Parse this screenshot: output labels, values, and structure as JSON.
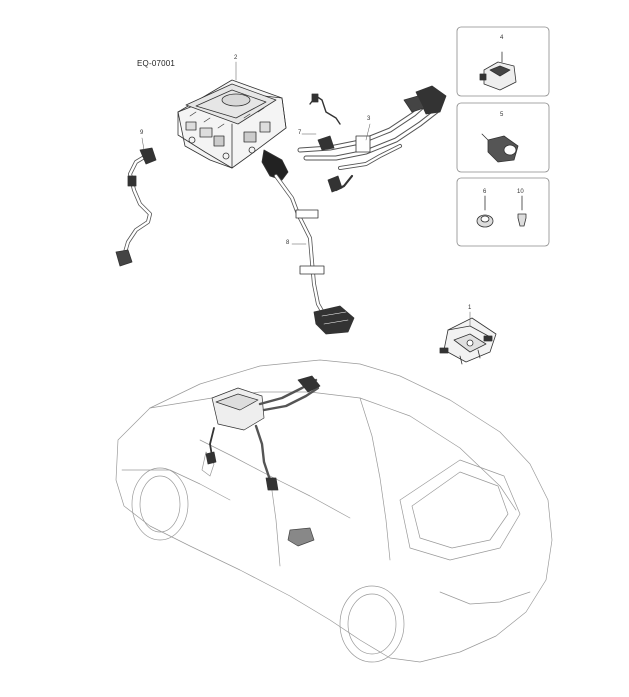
{
  "diagram": {
    "code": "EQ-07001",
    "callouts": [
      {
        "id": "c1",
        "label": "1"
      },
      {
        "id": "c2",
        "label": "2"
      },
      {
        "id": "c3",
        "label": "3"
      },
      {
        "id": "c4",
        "label": "4"
      },
      {
        "id": "c5",
        "label": "5"
      },
      {
        "id": "c6",
        "label": "6"
      },
      {
        "id": "c7",
        "label": "7"
      },
      {
        "id": "c8",
        "label": "8"
      },
      {
        "id": "c9",
        "label": "9"
      },
      {
        "id": "c10",
        "label": "10"
      }
    ]
  }
}
